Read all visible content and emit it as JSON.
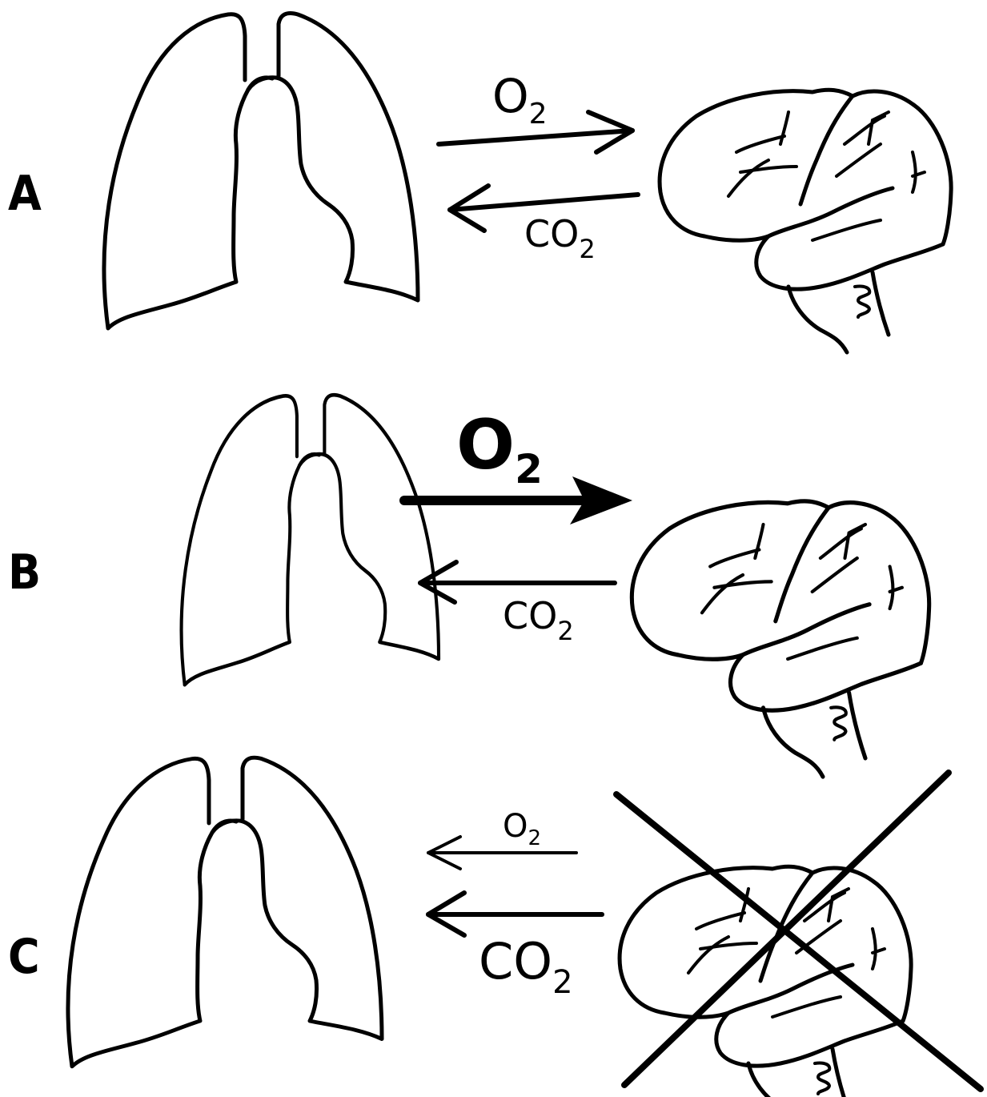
{
  "rows": [
    {
      "letter": "A",
      "top_gas": "O",
      "top_sub": "2",
      "bottom_gas": "CO",
      "bottom_sub": "2"
    },
    {
      "letter": "B",
      "top_gas": "O",
      "top_sub": "2",
      "bottom_gas": "CO",
      "bottom_sub": "2"
    },
    {
      "letter": "C",
      "top_gas": "O",
      "top_sub": "2",
      "bottom_gas": "CO",
      "bottom_sub": "2"
    }
  ],
  "icons": {
    "organ_left": "lungs-icon",
    "organ_right": "brain-icon",
    "cross": "cross-out-mark"
  },
  "colors": {
    "ink": "#000000",
    "background": "#ffffff"
  }
}
